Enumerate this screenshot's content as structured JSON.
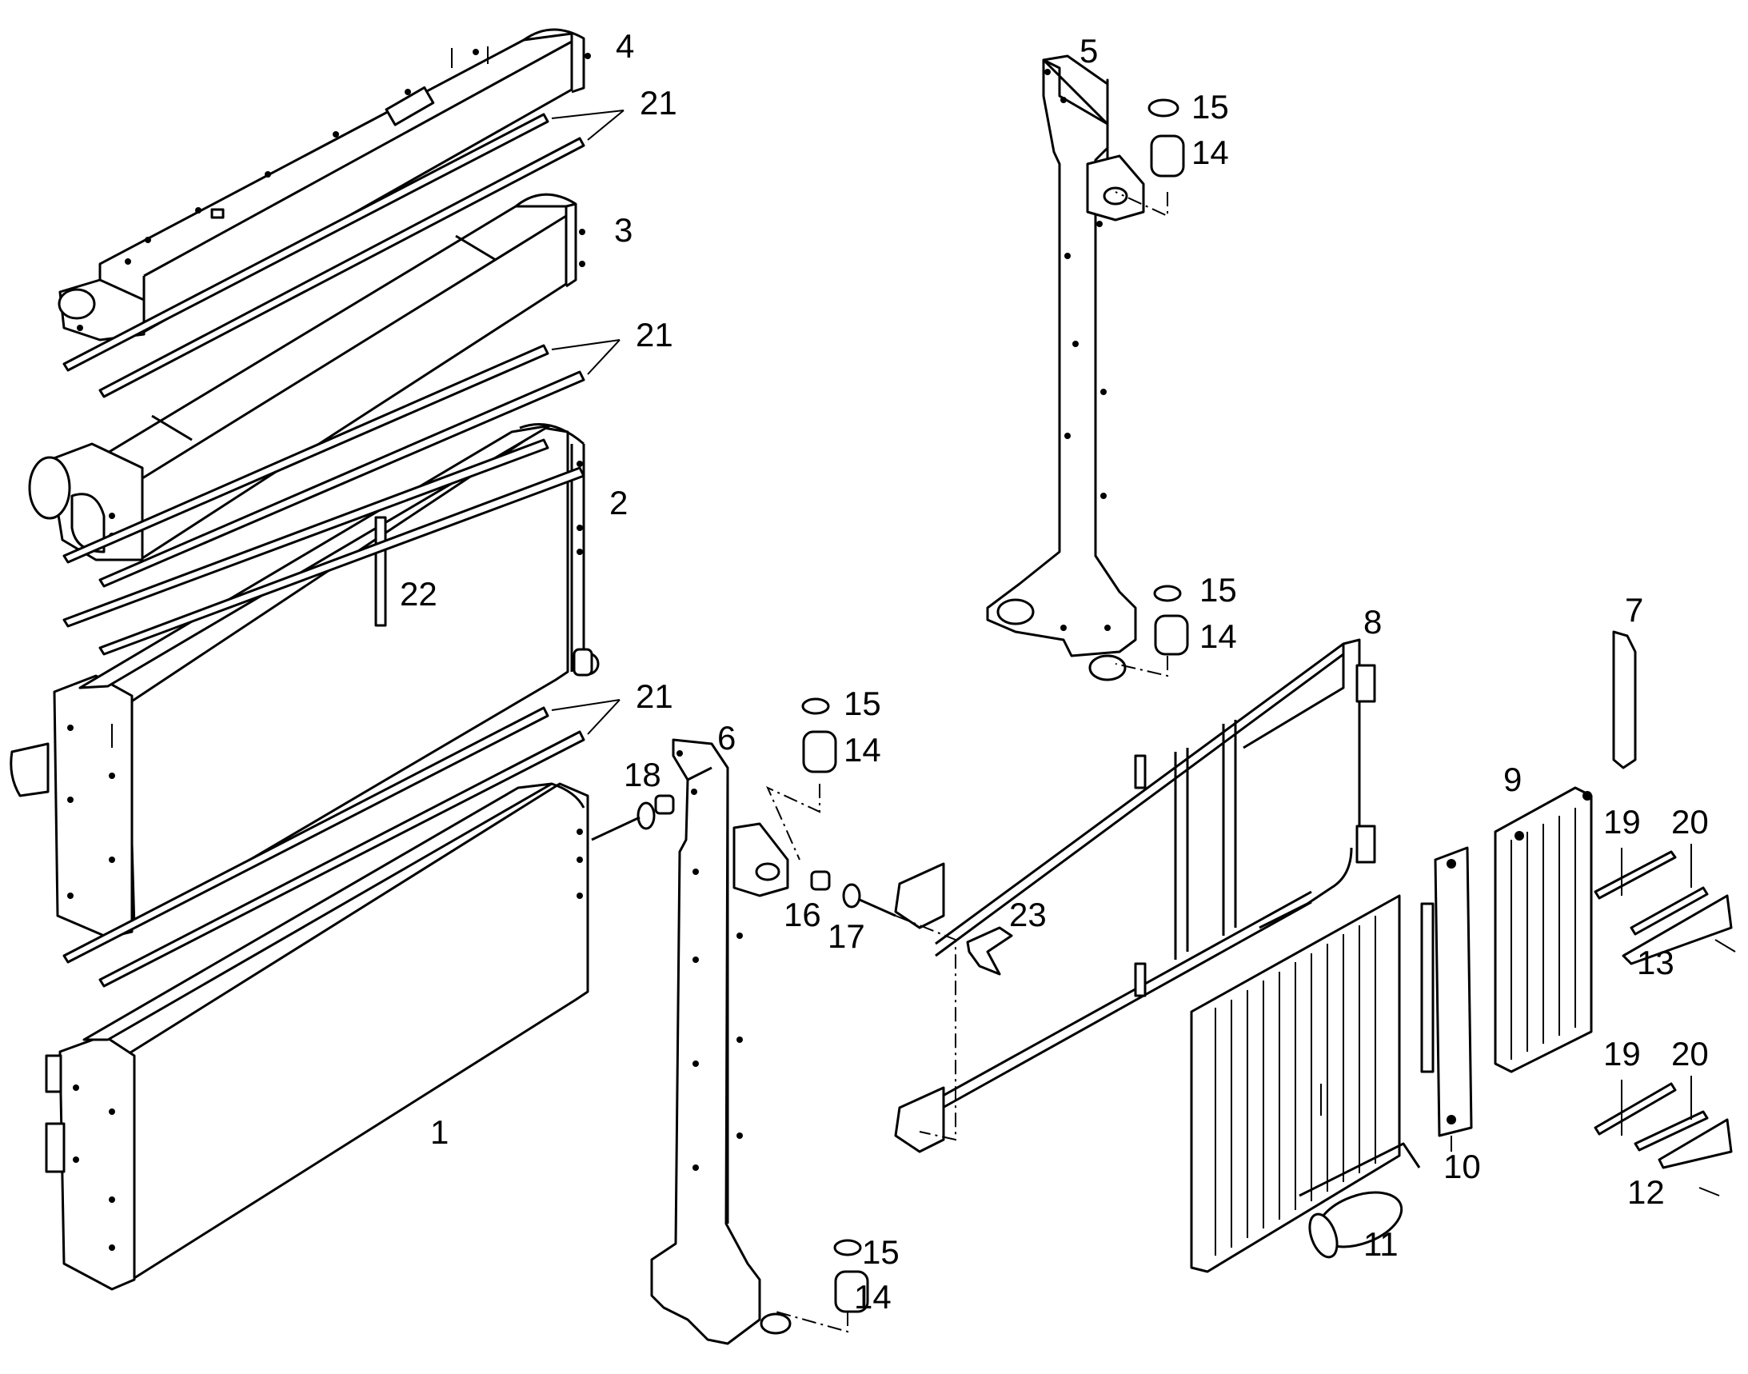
{
  "diagram": {
    "labels": {
      "p1": "1",
      "p2": "2",
      "p3": "3",
      "p4": "4",
      "p5": "5",
      "p6": "6",
      "p7": "7",
      "p8": "8",
      "p9": "9",
      "p10": "10",
      "p11": "11",
      "p12": "12",
      "p13": "13",
      "p14a": "14",
      "p14b": "14",
      "p14c": "14",
      "p14d": "14",
      "p15a": "15",
      "p15b": "15",
      "p15c": "15",
      "p15d": "15",
      "p16": "16",
      "p17": "17",
      "p18": "18",
      "p19a": "19",
      "p19b": "19",
      "p20a": "20",
      "p20b": "20",
      "p21a": "21",
      "p21b": "21",
      "p21c": "21",
      "p22": "22",
      "p23": "23"
    }
  }
}
